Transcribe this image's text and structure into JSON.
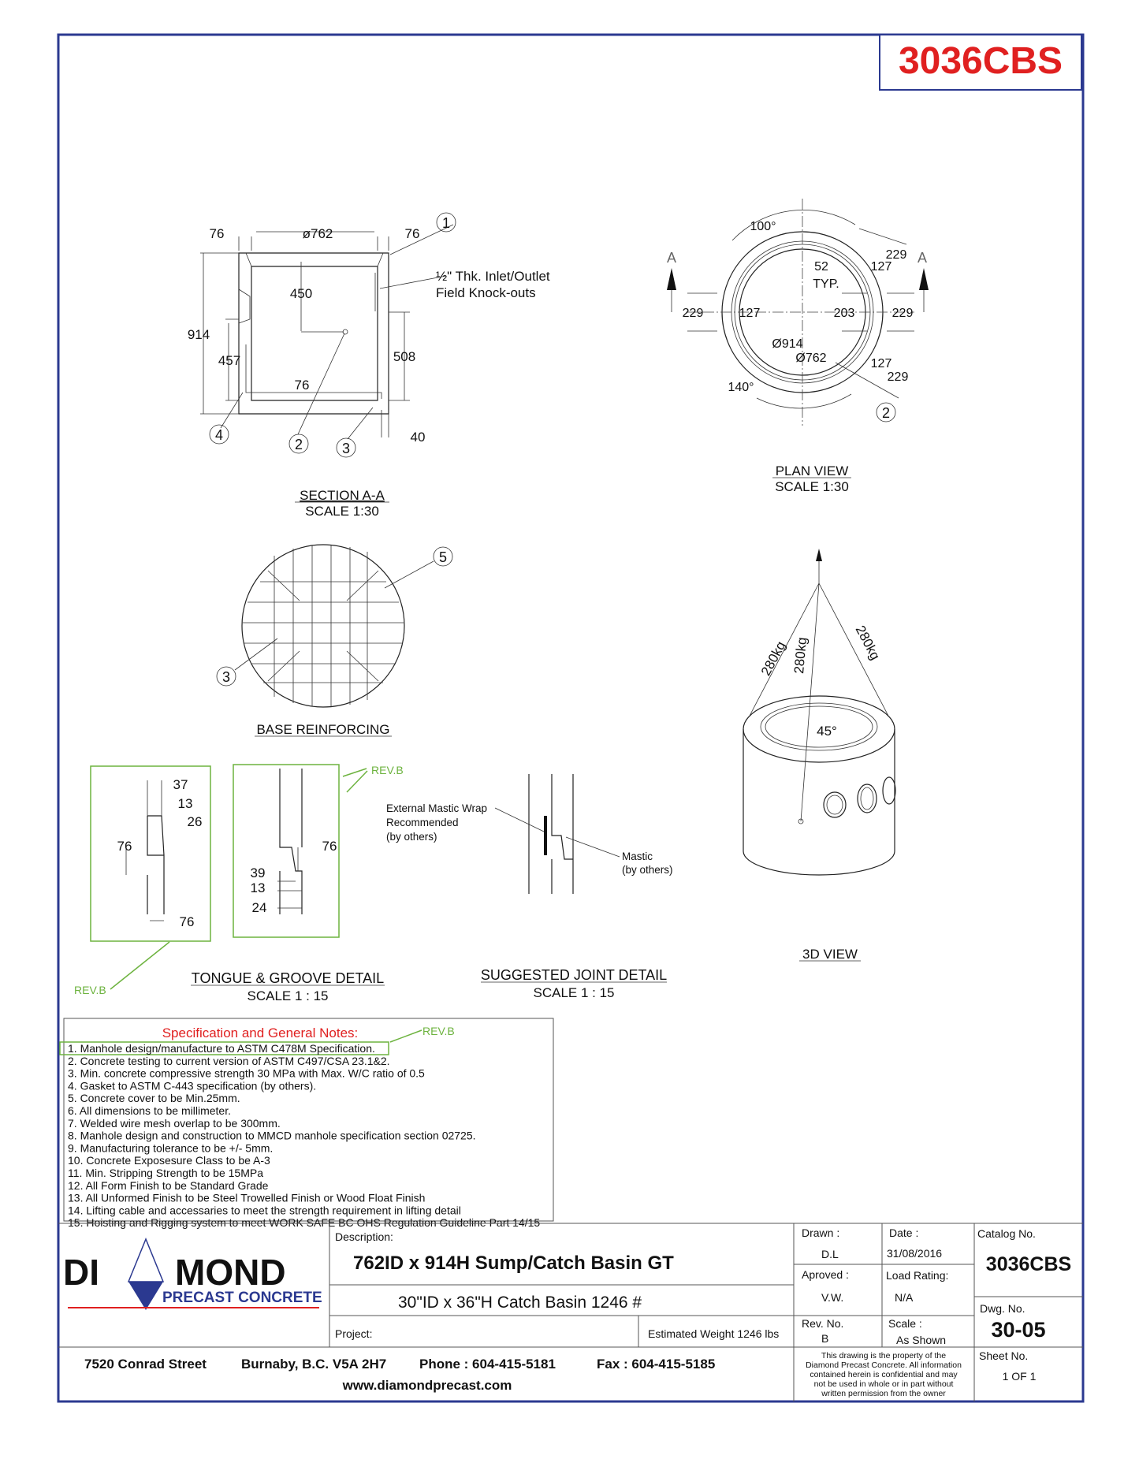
{
  "badge": {
    "code": "3036CBS",
    "color": "#e02020"
  },
  "section_aa": {
    "dims": {
      "top_left": "76",
      "diameter": "ø762",
      "top_right": "76",
      "height": "914",
      "h457": "457",
      "h450": "450",
      "h508": "508",
      "base": "76",
      "wall": "40"
    },
    "callouts": [
      "1",
      "2",
      "3",
      "4"
    ],
    "knockout_note": [
      "½\" Thk. Inlet/Outlet",
      "Field Knock-outs"
    ],
    "title": "SECTION A-A",
    "scale": "SCALE 1:30"
  },
  "plan_view": {
    "labels": {
      "a100": "100°",
      "d52": "52",
      "typ": "TYP.",
      "tr229": "229",
      "tr127": "127",
      "l229": "229",
      "l127": "127",
      "r203": "203",
      "r229": "229",
      "d914": "Ø914",
      "d762": "Ø762",
      "br127": "127",
      "br229": "229",
      "a140": "140°",
      "secA": "A",
      "callout": "2"
    },
    "title": "PLAN VIEW",
    "scale": "SCALE 1:30"
  },
  "base_reinforcing": {
    "callouts": [
      "5",
      "3"
    ],
    "title": "BASE REINFORCING"
  },
  "view3d": {
    "loads": [
      "280kg",
      "280kg",
      "280kg"
    ],
    "angle": "45°",
    "title": "3D VIEW"
  },
  "tongue_groove": {
    "tongue_dims": [
      "37",
      "13",
      "26",
      "76",
      "76"
    ],
    "groove_dims": [
      "76",
      "39",
      "13",
      "24"
    ],
    "rev_labels": [
      "REV.B",
      "REV.B"
    ],
    "title": "TONGUE & GROOVE DETAIL",
    "scale": "SCALE 1 : 15"
  },
  "joint_detail": {
    "external_note": [
      "External Mastic Wrap",
      "Recommended",
      "(by others)"
    ],
    "mastic_note": [
      "Mastic",
      "(by others)"
    ],
    "title": "SUGGESTED JOINT DETAIL",
    "scale": "SCALE 1 : 15"
  },
  "notes": {
    "title": "Specification and General Notes:",
    "rev": "REV.B",
    "items": [
      "1. Manhole design/manufacture to ASTM C478M  Specification.",
      "2. Concrete testing to current version of ASTM C497/CSA 23.1&2.",
      "3. Min. concrete compressive strength 30 MPa with Max. W/C ratio of 0.5",
      "4. Gasket to ASTM C-443 specification (by others).",
      "5. Concrete cover to be Min.25mm.",
      "6. All dimensions to be millimeter.",
      "7. Welded wire mesh overlap to be 300mm.",
      "8. Manhole design and construction to MMCD manhole specification section 02725.",
      "9. Manufacturing tolerance to be +/- 5mm.",
      "10. Concrete Exposesure Class to be A-3",
      "11. Min. Stripping Strength to be 15MPa",
      "12. All Form Finish to be Standard Grade",
      "13. All Unformed Finish to be Steel Trowelled Finish or Wood Float Finish",
      "14. Lifting cable and accessaries to meet the strength requirement in lifting detail",
      "15. Hoisting and Rigging system to meet WORK SAFE BC OHS Regulation Guideline Part 14/15"
    ]
  },
  "title_block": {
    "logo": {
      "left": "DI",
      "right": "MOND",
      "sub": "PRECAST CONCRETE"
    },
    "description_label": "Description:",
    "description": "762ID x 914H Sump/Catch Basin GT",
    "subtitle": "30\"ID x 36\"H Catch Basin 1246 #",
    "project_label": "Project:",
    "weight": "Estimated Weight 1246 lbs",
    "drawn_label": "Drawn :",
    "drawn": "D.L",
    "date_label": "Date :",
    "date": "31/08/2016",
    "approved_label": "Aproved :",
    "approved": "V.W.",
    "load_label": "Load Rating:",
    "load": "N/A",
    "rev_label": "Rev. No.",
    "rev": "B",
    "scale_label": "Scale :",
    "scale": "As Shown",
    "catalog_label": "Catalog No.",
    "catalog": "3036CBS",
    "dwg_label": "Dwg. No.",
    "dwg": "30-05",
    "sheet_label": "Sheet No.",
    "sheet": "1 OF 1",
    "disclaimer": [
      "This drawing is the property of the",
      "Diamond Precast Concrete. All information",
      "contained herein is confidential and may",
      "not be used in whole or in part without",
      "written permission from the owner"
    ],
    "address": "7520 Conrad Street",
    "city": "Burnaby, B.C. V5A 2H7",
    "phone": "Phone : 604-415-5181",
    "fax": "Fax  : 604-415-5185",
    "website": "www.diamondprecast.com"
  }
}
